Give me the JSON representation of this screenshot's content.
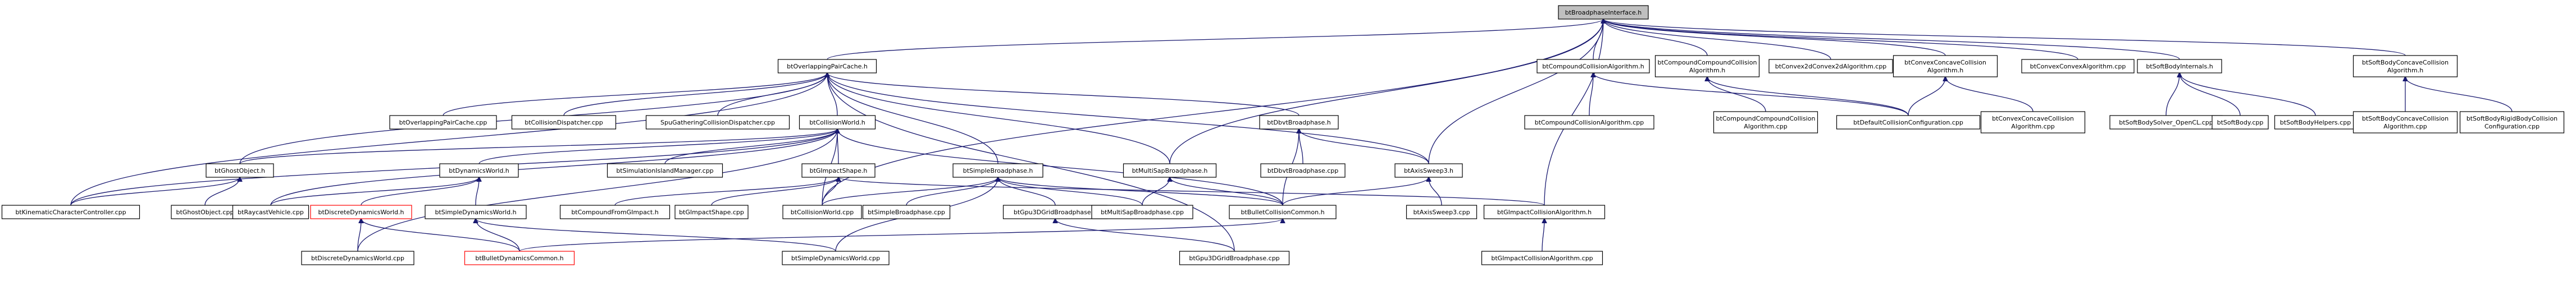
{
  "graph": {
    "root": "btBroadphaseInterface.h",
    "nodes": [
      {
        "id": "root",
        "lines": [
          "btBroadphaseInterface.h"
        ],
        "style": "root"
      },
      {
        "id": "opc",
        "lines": [
          "btOverlappingPairCache.h"
        ]
      },
      {
        "id": "cca",
        "lines": [
          "btCompoundCollisionAlgorithm.h"
        ]
      },
      {
        "id": "ccca",
        "lines": [
          "btCompoundCompoundCollision",
          "Algorithm.h"
        ]
      },
      {
        "id": "c2d",
        "lines": [
          "btConvex2dConvex2dAlgorithm.cpp"
        ]
      },
      {
        "id": "ccva",
        "lines": [
          "btConvexConcaveCollision",
          "Algorithm.h"
        ]
      },
      {
        "id": "ccvx",
        "lines": [
          "btConvexConvexAlgorithm.cpp"
        ]
      },
      {
        "id": "sbi",
        "lines": [
          "btSoftBodyInternals.h"
        ]
      },
      {
        "id": "sbcc",
        "lines": [
          "btSoftBodyConcaveCollision",
          "Algorithm.h"
        ]
      },
      {
        "id": "opccpp",
        "lines": [
          "btOverlappingPairCache.cpp"
        ]
      },
      {
        "id": "cdis",
        "lines": [
          "btCollisionDispatcher.cpp"
        ]
      },
      {
        "id": "spu",
        "lines": [
          "SpuGatheringCollisionDispatcher.cpp"
        ]
      },
      {
        "id": "cw",
        "lines": [
          "btCollisionWorld.h"
        ]
      },
      {
        "id": "dbvt",
        "lines": [
          "btDbvtBroadphase.h"
        ]
      },
      {
        "id": "ccacpp",
        "lines": [
          "btCompoundCollisionAlgorithm.cpp"
        ]
      },
      {
        "id": "cccacpp",
        "lines": [
          "btCompoundCompoundCollision",
          "Algorithm.cpp"
        ]
      },
      {
        "id": "dcc",
        "lines": [
          "btDefaultCollisionConfiguration.cpp"
        ]
      },
      {
        "id": "ccvacpp",
        "lines": [
          "btConvexConcaveCollision",
          "Algorithm.cpp"
        ]
      },
      {
        "id": "sbsolver",
        "lines": [
          "btSoftBodySolver_OpenCL.cpp"
        ]
      },
      {
        "id": "sbcpp",
        "lines": [
          "btSoftBody.cpp"
        ]
      },
      {
        "id": "sbhelp",
        "lines": [
          "btSoftBodyHelpers.cpp"
        ]
      },
      {
        "id": "sbcccpp",
        "lines": [
          "btSoftBodyConcaveCollision",
          "Algorithm.cpp"
        ]
      },
      {
        "id": "sbrb",
        "lines": [
          "btSoftBodyRigidBodyCollision",
          "Configuration.cpp"
        ]
      },
      {
        "id": "go",
        "lines": [
          "btGhostObject.h"
        ]
      },
      {
        "id": "dw",
        "lines": [
          "btDynamicsWorld.h"
        ]
      },
      {
        "id": "sim",
        "lines": [
          "btSimulationIslandManager.cpp"
        ]
      },
      {
        "id": "gis",
        "lines": [
          "btGImpactShape.h"
        ]
      },
      {
        "id": "sb",
        "lines": [
          "btSimpleBroadphase.h"
        ]
      },
      {
        "id": "msap",
        "lines": [
          "btMultiSapBroadphase.h"
        ]
      },
      {
        "id": "dbvtcpp",
        "lines": [
          "btDbvtBroadphase.cpp"
        ]
      },
      {
        "id": "as3",
        "lines": [
          "btAxisSweep3.h"
        ]
      },
      {
        "id": "kcc",
        "lines": [
          "btKinematicCharacterController.cpp"
        ]
      },
      {
        "id": "gocpp",
        "lines": [
          "btGhostObject.cpp"
        ]
      },
      {
        "id": "rv",
        "lines": [
          "btRaycastVehicle.cpp"
        ]
      },
      {
        "id": "ddw",
        "lines": [
          "btDiscreteDynamicsWorld.h"
        ],
        "style": "red"
      },
      {
        "id": "sdw",
        "lines": [
          "btSimpleDynamicsWorld.h"
        ]
      },
      {
        "id": "cfg",
        "lines": [
          "btCompoundFromGImpact.h"
        ]
      },
      {
        "id": "giscpp",
        "lines": [
          "btGImpactShape.cpp"
        ]
      },
      {
        "id": "cwcpp",
        "lines": [
          "btCollisionWorld.cpp"
        ]
      },
      {
        "id": "sbcpp2",
        "lines": [
          "btSimpleBroadphase.cpp"
        ]
      },
      {
        "id": "gpu3h",
        "lines": [
          "btGpu3DGridBroadphase.h"
        ]
      },
      {
        "id": "msapcpp",
        "lines": [
          "btMultiSapBroadphase.cpp"
        ]
      },
      {
        "id": "bcc",
        "lines": [
          "btBulletCollisionCommon.h"
        ]
      },
      {
        "id": "as3cpp",
        "lines": [
          "btAxisSweep3.cpp"
        ]
      },
      {
        "id": "gica",
        "lines": [
          "btGImpactCollisionAlgorithm.h"
        ]
      },
      {
        "id": "ddwcpp",
        "lines": [
          "btDiscreteDynamicsWorld.cpp"
        ]
      },
      {
        "id": "bdc",
        "lines": [
          "btBulletDynamicsCommon.h"
        ],
        "style": "red"
      },
      {
        "id": "sdwcpp",
        "lines": [
          "btSimpleDynamicsWorld.cpp"
        ]
      },
      {
        "id": "gpu3cpp",
        "lines": [
          "btGpu3DGridBroadphase.cpp"
        ]
      },
      {
        "id": "gicacpp",
        "lines": [
          "btGImpactCollisionAlgorithm.cpp"
        ]
      }
    ],
    "edges": [
      [
        "opc",
        "root"
      ],
      [
        "cca",
        "root"
      ],
      [
        "ccca",
        "root"
      ],
      [
        "c2d",
        "root"
      ],
      [
        "ccva",
        "root"
      ],
      [
        "ccvx",
        "root"
      ],
      [
        "sbi",
        "root"
      ],
      [
        "sbcc",
        "root"
      ],
      [
        "msap",
        "root"
      ],
      [
        "as3",
        "root"
      ],
      [
        "cwcpp",
        "root"
      ],
      [
        "gica",
        "root"
      ],
      [
        "opccpp",
        "opc"
      ],
      [
        "cdis",
        "opc"
      ],
      [
        "spu",
        "opc"
      ],
      [
        "cw",
        "opc"
      ],
      [
        "dbvt",
        "opc"
      ],
      [
        "go",
        "opc"
      ],
      [
        "kcc",
        "opc"
      ],
      [
        "sb",
        "opc"
      ],
      [
        "as3",
        "opc"
      ],
      [
        "msap",
        "opc"
      ],
      [
        "gpu3cpp",
        "opc"
      ],
      [
        "ccacpp",
        "cca"
      ],
      [
        "dcc",
        "cca"
      ],
      [
        "cccacpp",
        "ccca"
      ],
      [
        "dcc",
        "ccca"
      ],
      [
        "ccvacpp",
        "ccva"
      ],
      [
        "dcc",
        "ccva"
      ],
      [
        "sbsolver",
        "sbi"
      ],
      [
        "sbcpp",
        "sbi"
      ],
      [
        "sbhelp",
        "sbi"
      ],
      [
        "sbcccpp",
        "sbcc"
      ],
      [
        "sbrb",
        "sbcc"
      ],
      [
        "go",
        "cw"
      ],
      [
        "dw",
        "cw"
      ],
      [
        "sim",
        "cw"
      ],
      [
        "gis",
        "cw"
      ],
      [
        "kcc",
        "cw"
      ],
      [
        "rv",
        "cw"
      ],
      [
        "cwcpp",
        "cw"
      ],
      [
        "bcc",
        "cw"
      ],
      [
        "ddwcpp",
        "cw"
      ],
      [
        "dbvtcpp",
        "dbvt"
      ],
      [
        "as3",
        "dbvt"
      ],
      [
        "bcc",
        "dbvt"
      ],
      [
        "gocpp",
        "go"
      ],
      [
        "kcc",
        "go"
      ],
      [
        "ddw",
        "dw"
      ],
      [
        "sdw",
        "dw"
      ],
      [
        "rv",
        "dw"
      ],
      [
        "cfg",
        "gis"
      ],
      [
        "giscpp",
        "gis"
      ],
      [
        "cwcpp",
        "gis"
      ],
      [
        "gica",
        "gis"
      ],
      [
        "gpu3h",
        "sb"
      ],
      [
        "msapcpp",
        "sb"
      ],
      [
        "bcc",
        "sb"
      ],
      [
        "cwcpp",
        "sb"
      ],
      [
        "sbcpp2",
        "sb"
      ],
      [
        "sdwcpp",
        "sb"
      ],
      [
        "msapcpp",
        "msap"
      ],
      [
        "bcc",
        "msap"
      ],
      [
        "as3cpp",
        "as3"
      ],
      [
        "bcc",
        "as3"
      ],
      [
        "ddwcpp",
        "ddw"
      ],
      [
        "bdc",
        "ddw"
      ],
      [
        "sdwcpp",
        "sdw"
      ],
      [
        "bdc",
        "sdw"
      ],
      [
        "gpu3cpp",
        "gpu3h"
      ],
      [
        "bdc",
        "bcc"
      ],
      [
        "gicacpp",
        "gica"
      ]
    ]
  }
}
